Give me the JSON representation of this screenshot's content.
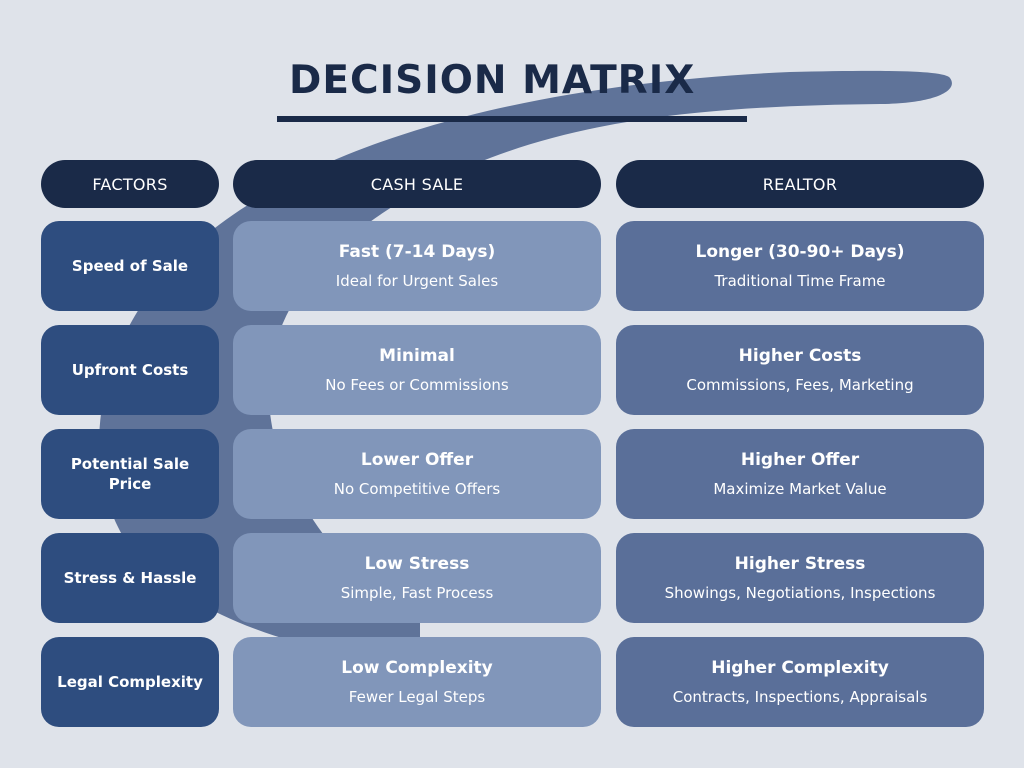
{
  "title": "DECISION  MATRIX",
  "headers": {
    "factors": "FACTORS",
    "cash": "CASH SALE",
    "realtor": "REALTOR"
  },
  "rows": [
    {
      "factor": "Speed of Sale",
      "cash": {
        "main": "Fast (7-14 Days)",
        "sub": "Ideal for Urgent Sales"
      },
      "realtor": {
        "main": "Longer (30-90+ Days)",
        "sub": "Traditional Time Frame"
      }
    },
    {
      "factor": "Upfront Costs",
      "cash": {
        "main": "Minimal",
        "sub": "No Fees or Commissions"
      },
      "realtor": {
        "main": "Higher Costs",
        "sub": "Commissions, Fees, Marketing"
      }
    },
    {
      "factor": "Potential Sale Price",
      "cash": {
        "main": "Lower Offer",
        "sub": "No Competitive Offers"
      },
      "realtor": {
        "main": "Higher Offer",
        "sub": "Maximize Market Value"
      }
    },
    {
      "factor": "Stress & Hassle",
      "cash": {
        "main": "Low Stress",
        "sub": "Simple, Fast Process"
      },
      "realtor": {
        "main": "Higher Stress",
        "sub": "Showings, Negotiations, Inspections"
      }
    },
    {
      "factor": "Legal Complexity",
      "cash": {
        "main": "Low Complexity",
        "sub": "Fewer Legal Steps"
      },
      "realtor": {
        "main": "Higher Complexity",
        "sub": "Contracts, Inspections, Appraisals"
      }
    }
  ],
  "colors": {
    "background": "#dfe3ea",
    "navy": "#1a2a48",
    "factor_cell": "#2e4d7f",
    "cash_cell": "#8196ba",
    "realtor_cell": "#5a6f99",
    "swoosh": "#5f7399"
  }
}
